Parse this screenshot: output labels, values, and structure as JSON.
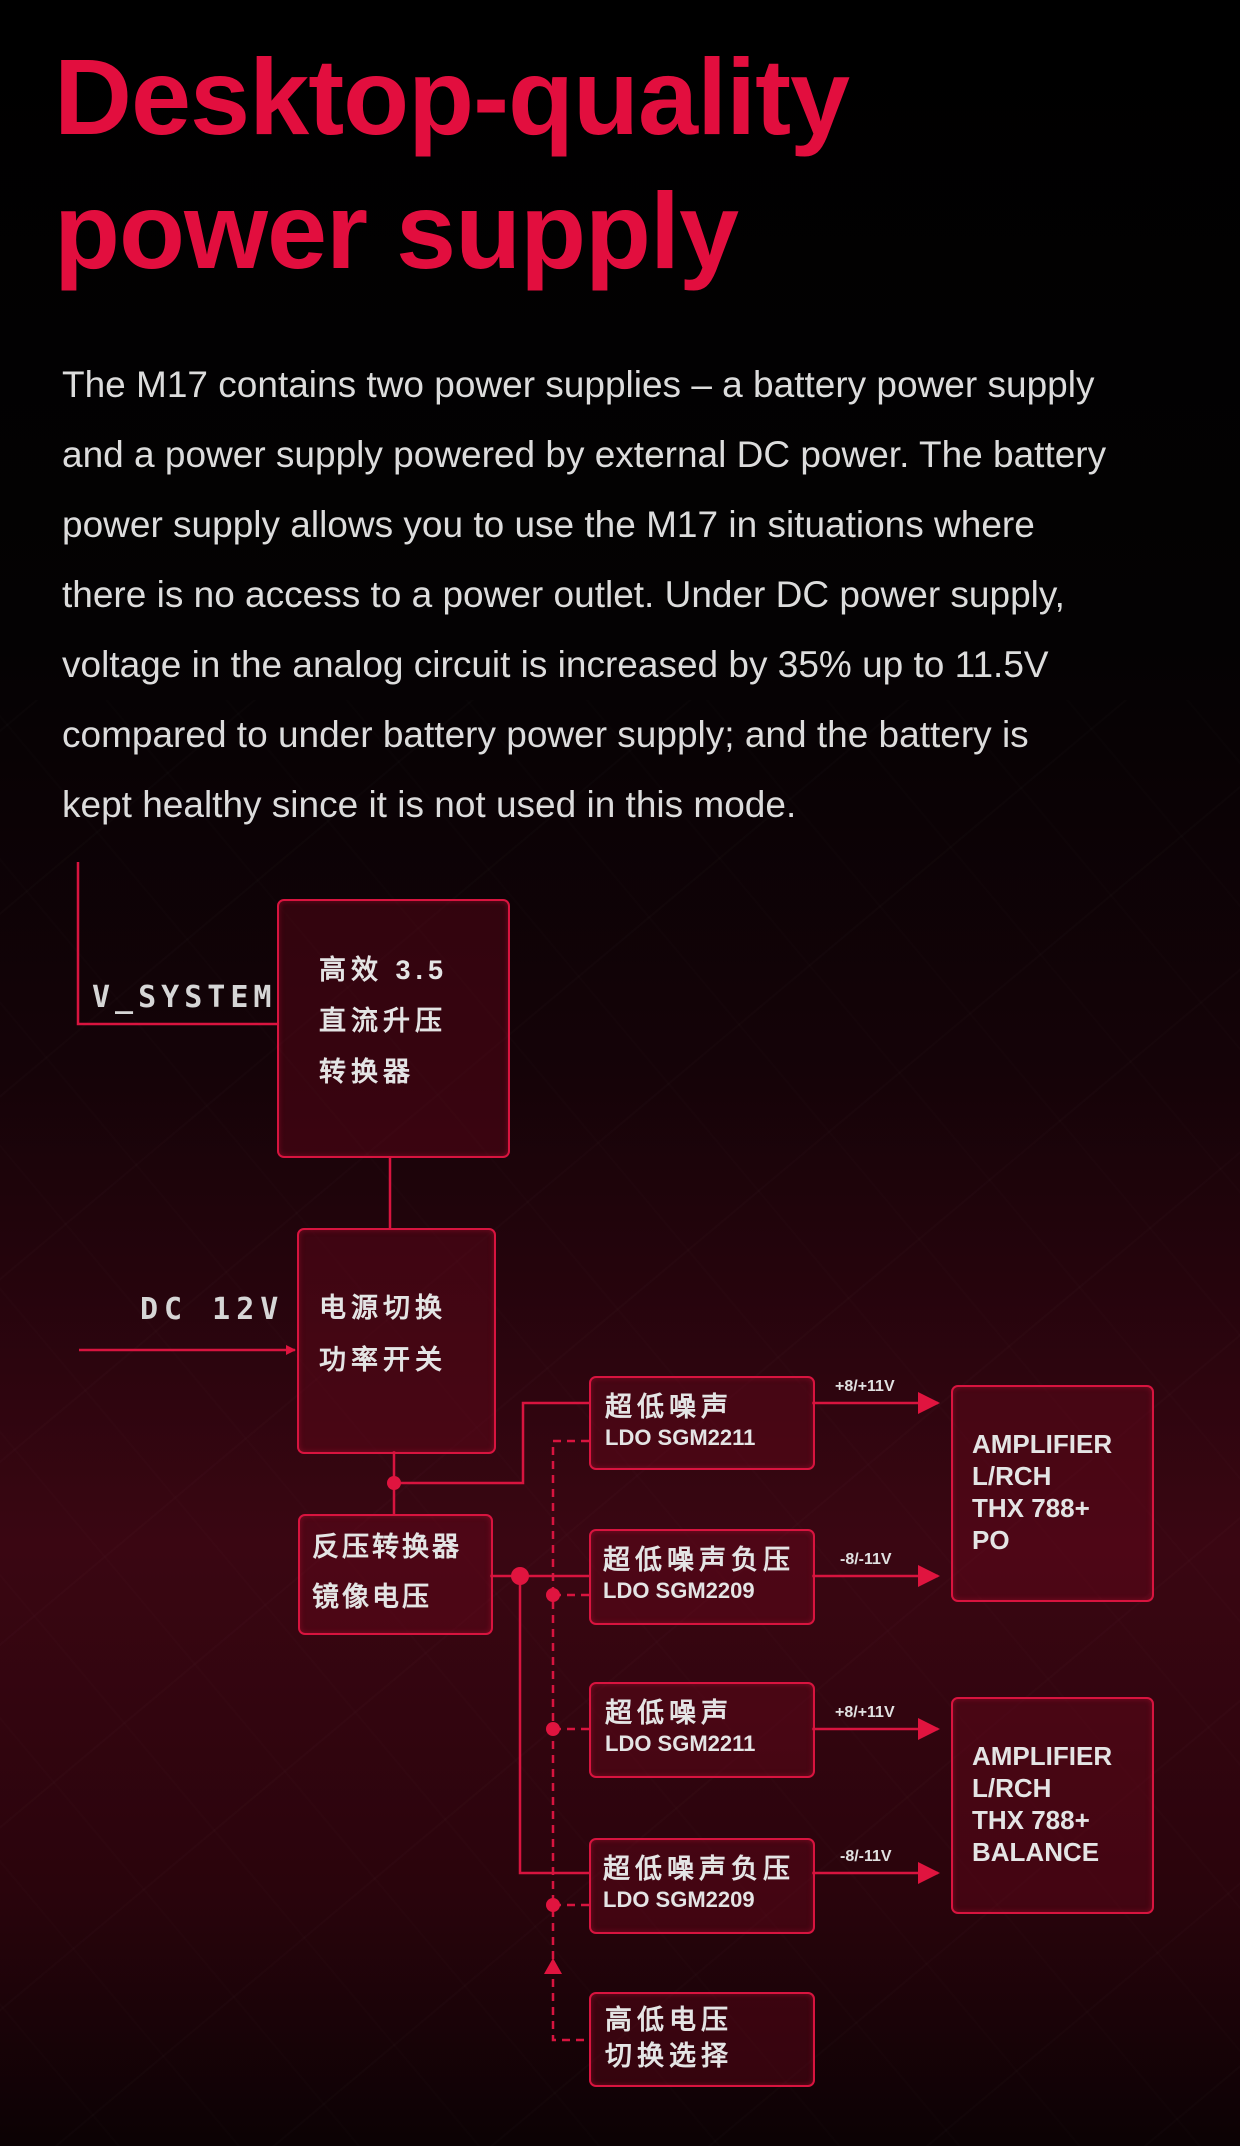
{
  "header": {
    "title_line1": "Desktop-quality",
    "title_line2": "power supply"
  },
  "description": {
    "lines": [
      "The M17 contains two power supplies – a battery power supply",
      "and a power supply powered by external DC power. The battery",
      "power supply allows you to use the M17 in situations where",
      "there is no access to a power outlet. Under DC power supply,",
      "voltage in the analog circuit is increased by 35% up to 11.5V",
      "compared to under battery power supply; and the battery is",
      "kept healthy since it is not used in this mode."
    ]
  },
  "diagram": {
    "inputs": {
      "v_system": "V_SYSTEM",
      "dc": "DC 12V"
    },
    "boost": [
      "高效 3.5",
      "直流升压",
      "转换器"
    ],
    "switch": [
      "电源切换",
      "功率开关"
    ],
    "inverter": [
      "反压转换器",
      "镜像电压"
    ],
    "ldos": [
      {
        "name": "超低噪声",
        "part": "LDO SGM2211",
        "voltage": "+8/+11V"
      },
      {
        "name": "超低噪声负压",
        "part": "LDO SGM2209",
        "voltage": "-8/-11V"
      },
      {
        "name": "超低噪声",
        "part": "LDO SGM2211",
        "voltage": "+8/+11V"
      },
      {
        "name": "超低噪声负压",
        "part": "LDO SGM2209",
        "voltage": "-8/-11V"
      }
    ],
    "selector": [
      "高低电压",
      "切换选择"
    ],
    "amps": [
      {
        "lines": [
          "AMPLIFIER",
          "L/RCH",
          "THX 788+",
          "PO"
        ]
      },
      {
        "lines": [
          "AMPLIFIER",
          "L/RCH",
          "THX 788+",
          "BALANCE"
        ]
      }
    ],
    "colors": {
      "accent": "#e20e3e",
      "line": "#d8143f"
    }
  }
}
